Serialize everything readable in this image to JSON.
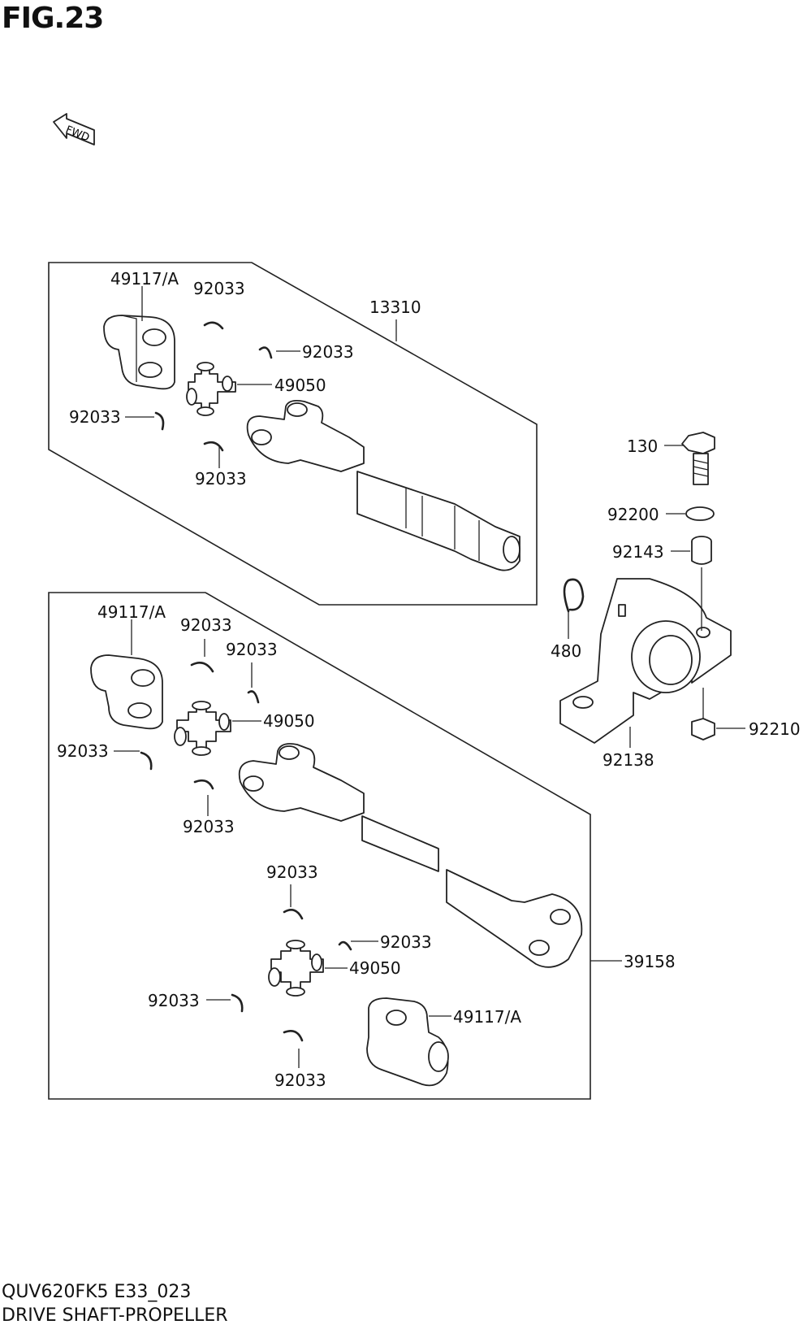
{
  "figure": {
    "title": "FIG.23",
    "model_code": "QUV620FK5 E33_023",
    "name": "DRIVE SHAFT-PROPELLER",
    "fwd_label": "FWD"
  },
  "callouts": {
    "a1": "49117/A",
    "a2": "92033",
    "a3": "13310",
    "a4": "92033",
    "a5": "49050",
    "a6": "92033",
    "a7": "92033",
    "b1": "49117/A",
    "b2": "92033",
    "b3": "92033",
    "b4": "49050",
    "b5": "92033",
    "b6": "92033",
    "b7": "92033",
    "b8": "92033",
    "b9": "49050",
    "b10": "39158",
    "b11": "92033",
    "b12": "49117/A",
    "b13": "92033",
    "c1": "130",
    "c2": "92200",
    "c3": "92143",
    "c4": "480",
    "c5": "92210",
    "c6": "92138"
  }
}
